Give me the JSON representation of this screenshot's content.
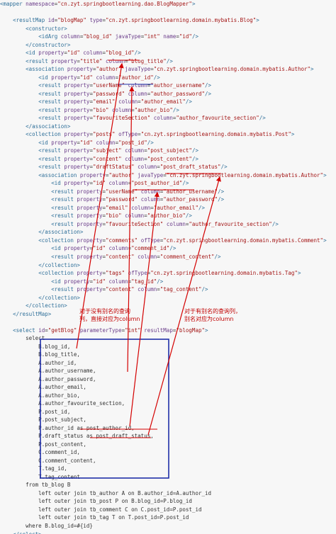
{
  "code_lines": [
    [
      [
        "tag",
        "<mapper "
      ],
      [
        "attr",
        "namespace"
      ],
      [
        "plain",
        "="
      ],
      [
        "val",
        "\"cn.zyt.springbootlearning.dao.BlogMapper\""
      ],
      [
        "tag",
        ">"
      ]
    ],
    [],
    [
      [
        "plain",
        "    "
      ],
      [
        "tag",
        "<resultMap "
      ],
      [
        "attr",
        "id"
      ],
      [
        "plain",
        "="
      ],
      [
        "val",
        "\"blogMap\" "
      ],
      [
        "attr",
        "type"
      ],
      [
        "plain",
        "="
      ],
      [
        "val",
        "\"cn.zyt.springbootlearning.domain.mybatis.Blog\""
      ],
      [
        "tag",
        ">"
      ]
    ],
    [
      [
        "plain",
        "        "
      ],
      [
        "tag",
        "<constructor>"
      ]
    ],
    [
      [
        "plain",
        "            "
      ],
      [
        "tag",
        "<idArg "
      ],
      [
        "attr",
        "column"
      ],
      [
        "plain",
        "="
      ],
      [
        "val",
        "\"blog_id\" "
      ],
      [
        "attr",
        "javaType"
      ],
      [
        "plain",
        "="
      ],
      [
        "val",
        "\"int\" "
      ],
      [
        "attr",
        "name"
      ],
      [
        "plain",
        "="
      ],
      [
        "val",
        "\"id\""
      ],
      [
        "tag",
        "/>"
      ]
    ],
    [
      [
        "plain",
        "        "
      ],
      [
        "tag",
        "</constructor>"
      ]
    ],
    [
      [
        "plain",
        "        "
      ],
      [
        "tag",
        "<id "
      ],
      [
        "attr",
        "property"
      ],
      [
        "plain",
        "="
      ],
      [
        "val",
        "\"id\" "
      ],
      [
        "attr",
        "column"
      ],
      [
        "plain",
        "="
      ],
      [
        "val",
        "\"blog_id\""
      ],
      [
        "tag",
        "/>"
      ]
    ],
    [
      [
        "plain",
        "        "
      ],
      [
        "tag",
        "<result "
      ],
      [
        "attr",
        "property"
      ],
      [
        "plain",
        "="
      ],
      [
        "val",
        "\"title\" "
      ],
      [
        "attr",
        "column"
      ],
      [
        "plain",
        "="
      ],
      [
        "val",
        "\"blog_title\""
      ],
      [
        "tag",
        "/>"
      ]
    ],
    [
      [
        "plain",
        "        "
      ],
      [
        "tag",
        "<association "
      ],
      [
        "attr",
        "property"
      ],
      [
        "plain",
        "="
      ],
      [
        "val",
        "\"author\" "
      ],
      [
        "attr",
        "javaType"
      ],
      [
        "plain",
        "="
      ],
      [
        "val",
        "\"cn.zyt.springbootlearning.domain.mybatis.Author\""
      ],
      [
        "tag",
        ">"
      ]
    ],
    [
      [
        "plain",
        "            "
      ],
      [
        "tag",
        "<id "
      ],
      [
        "attr",
        "property"
      ],
      [
        "plain",
        "="
      ],
      [
        "val",
        "\"id\" "
      ],
      [
        "attr",
        "column"
      ],
      [
        "plain",
        "="
      ],
      [
        "val",
        "\"author_id\""
      ],
      [
        "tag",
        "/>"
      ]
    ],
    [
      [
        "plain",
        "            "
      ],
      [
        "tag",
        "<result "
      ],
      [
        "attr",
        "property"
      ],
      [
        "plain",
        "="
      ],
      [
        "val",
        "\"userName\" "
      ],
      [
        "attr",
        "column"
      ],
      [
        "plain",
        "="
      ],
      [
        "val",
        "\"author_username\""
      ],
      [
        "tag",
        "/>"
      ]
    ],
    [
      [
        "plain",
        "            "
      ],
      [
        "tag",
        "<result "
      ],
      [
        "attr",
        "property"
      ],
      [
        "plain",
        "="
      ],
      [
        "val",
        "\"password\" "
      ],
      [
        "attr",
        "column"
      ],
      [
        "plain",
        "="
      ],
      [
        "val",
        "\"author_password\""
      ],
      [
        "tag",
        "/>"
      ]
    ],
    [
      [
        "plain",
        "            "
      ],
      [
        "tag",
        "<result "
      ],
      [
        "attr",
        "property"
      ],
      [
        "plain",
        "="
      ],
      [
        "val",
        "\"email\" "
      ],
      [
        "attr",
        "column"
      ],
      [
        "plain",
        "="
      ],
      [
        "val",
        "\"author_email\""
      ],
      [
        "tag",
        "/>"
      ]
    ],
    [
      [
        "plain",
        "            "
      ],
      [
        "tag",
        "<result "
      ],
      [
        "attr",
        "property"
      ],
      [
        "plain",
        "="
      ],
      [
        "val",
        "\"bio\" "
      ],
      [
        "attr",
        "column"
      ],
      [
        "plain",
        "="
      ],
      [
        "val",
        "\"author_bio\""
      ],
      [
        "tag",
        "/>"
      ]
    ],
    [
      [
        "plain",
        "            "
      ],
      [
        "tag",
        "<result "
      ],
      [
        "attr",
        "property"
      ],
      [
        "plain",
        "="
      ],
      [
        "val",
        "\"favouriteSection\" "
      ],
      [
        "attr",
        "column"
      ],
      [
        "plain",
        "="
      ],
      [
        "val",
        "\"author_favourite_section\""
      ],
      [
        "tag",
        "/>"
      ]
    ],
    [
      [
        "plain",
        "        "
      ],
      [
        "tag",
        "</association>"
      ]
    ],
    [
      [
        "plain",
        "        "
      ],
      [
        "tag",
        "<collection "
      ],
      [
        "attr",
        "property"
      ],
      [
        "plain",
        "="
      ],
      [
        "val",
        "\"posts\" "
      ],
      [
        "attr",
        "ofType"
      ],
      [
        "plain",
        "="
      ],
      [
        "val",
        "\"cn.zyt.springbootlearning.domain.mybatis.Post\""
      ],
      [
        "tag",
        ">"
      ]
    ],
    [
      [
        "plain",
        "            "
      ],
      [
        "tag",
        "<id "
      ],
      [
        "attr",
        "property"
      ],
      [
        "plain",
        "="
      ],
      [
        "val",
        "\"id\" "
      ],
      [
        "attr",
        "column"
      ],
      [
        "plain",
        "="
      ],
      [
        "val",
        "\"post_id\""
      ],
      [
        "tag",
        "/>"
      ]
    ],
    [
      [
        "plain",
        "            "
      ],
      [
        "tag",
        "<result "
      ],
      [
        "attr",
        "property"
      ],
      [
        "plain",
        "="
      ],
      [
        "val",
        "\"subject\" "
      ],
      [
        "attr",
        "column"
      ],
      [
        "plain",
        "="
      ],
      [
        "val",
        "\"post_subject\""
      ],
      [
        "tag",
        "/>"
      ]
    ],
    [
      [
        "plain",
        "            "
      ],
      [
        "tag",
        "<result "
      ],
      [
        "attr",
        "property"
      ],
      [
        "plain",
        "="
      ],
      [
        "val",
        "\"content\" "
      ],
      [
        "attr",
        "column"
      ],
      [
        "plain",
        "="
      ],
      [
        "val",
        "\"post_content\""
      ],
      [
        "tag",
        "/>"
      ]
    ],
    [
      [
        "plain",
        "            "
      ],
      [
        "tag",
        "<result "
      ],
      [
        "attr",
        "property"
      ],
      [
        "plain",
        "="
      ],
      [
        "val",
        "\"draftStatus\" "
      ],
      [
        "attr",
        "column"
      ],
      [
        "plain",
        "="
      ],
      [
        "val",
        "\"post_draft_status\""
      ],
      [
        "tag",
        "/>"
      ]
    ],
    [
      [
        "plain",
        "            "
      ],
      [
        "tag",
        "<association "
      ],
      [
        "attr",
        "property"
      ],
      [
        "plain",
        "="
      ],
      [
        "val",
        "\"author\" "
      ],
      [
        "attr",
        "javaType"
      ],
      [
        "plain",
        "="
      ],
      [
        "val",
        "\"cn.zyt.springbootlearning.domain.mybatis.Author\""
      ],
      [
        "tag",
        ">"
      ]
    ],
    [
      [
        "plain",
        "                "
      ],
      [
        "tag",
        "<id "
      ],
      [
        "attr",
        "property"
      ],
      [
        "plain",
        "="
      ],
      [
        "val",
        "\"id\" "
      ],
      [
        "attr",
        "column"
      ],
      [
        "plain",
        "="
      ],
      [
        "val",
        "\"post_author_id\""
      ],
      [
        "tag",
        "/>"
      ]
    ],
    [
      [
        "plain",
        "                "
      ],
      [
        "tag",
        "<result "
      ],
      [
        "attr",
        "property"
      ],
      [
        "plain",
        "="
      ],
      [
        "val",
        "\"userName\" "
      ],
      [
        "attr",
        "column"
      ],
      [
        "plain",
        "="
      ],
      [
        "val",
        "\"author_username\""
      ],
      [
        "tag",
        "/>"
      ]
    ],
    [
      [
        "plain",
        "                "
      ],
      [
        "tag",
        "<result "
      ],
      [
        "attr",
        "property"
      ],
      [
        "plain",
        "="
      ],
      [
        "val",
        "\"password\" "
      ],
      [
        "attr",
        "column"
      ],
      [
        "plain",
        "="
      ],
      [
        "val",
        "\"author_password\""
      ],
      [
        "tag",
        "/>"
      ]
    ],
    [
      [
        "plain",
        "                "
      ],
      [
        "tag",
        "<result "
      ],
      [
        "attr",
        "property"
      ],
      [
        "plain",
        "="
      ],
      [
        "val",
        "\"email\" "
      ],
      [
        "attr",
        "column"
      ],
      [
        "plain",
        "="
      ],
      [
        "val",
        "\"author_email\""
      ],
      [
        "tag",
        "/>"
      ]
    ],
    [
      [
        "plain",
        "                "
      ],
      [
        "tag",
        "<result "
      ],
      [
        "attr",
        "property"
      ],
      [
        "plain",
        "="
      ],
      [
        "val",
        "\"bio\" "
      ],
      [
        "attr",
        "column"
      ],
      [
        "plain",
        "="
      ],
      [
        "val",
        "\"author_bio\""
      ],
      [
        "tag",
        "/>"
      ]
    ],
    [
      [
        "plain",
        "                "
      ],
      [
        "tag",
        "<result "
      ],
      [
        "attr",
        "property"
      ],
      [
        "plain",
        "="
      ],
      [
        "val",
        "\"favouriteSection\" "
      ],
      [
        "attr",
        "column"
      ],
      [
        "plain",
        "="
      ],
      [
        "val",
        "\"author_favourite_section\""
      ],
      [
        "tag",
        "/>"
      ]
    ],
    [
      [
        "plain",
        "            "
      ],
      [
        "tag",
        "</association>"
      ]
    ],
    [
      [
        "plain",
        "            "
      ],
      [
        "tag",
        "<collection "
      ],
      [
        "attr",
        "property"
      ],
      [
        "plain",
        "="
      ],
      [
        "val",
        "\"comments\" "
      ],
      [
        "attr",
        "ofType"
      ],
      [
        "plain",
        "="
      ],
      [
        "val",
        "\"cn.zyt.springbootlearning.domain.mybatis.Comment\""
      ],
      [
        "tag",
        ">"
      ]
    ],
    [
      [
        "plain",
        "                "
      ],
      [
        "tag",
        "<id "
      ],
      [
        "attr",
        "property"
      ],
      [
        "plain",
        "="
      ],
      [
        "val",
        "\"id\" "
      ],
      [
        "attr",
        "column"
      ],
      [
        "plain",
        "="
      ],
      [
        "val",
        "\"comment_id\""
      ],
      [
        "tag",
        "/>"
      ]
    ],
    [
      [
        "plain",
        "                "
      ],
      [
        "tag",
        "<result "
      ],
      [
        "attr",
        "property"
      ],
      [
        "plain",
        "="
      ],
      [
        "val",
        "\"content\" "
      ],
      [
        "attr",
        "column"
      ],
      [
        "plain",
        "="
      ],
      [
        "val",
        "\"comment_content\""
      ],
      [
        "tag",
        "/>"
      ]
    ],
    [
      [
        "plain",
        "            "
      ],
      [
        "tag",
        "</collection>"
      ]
    ],
    [
      [
        "plain",
        "            "
      ],
      [
        "tag",
        "<collection "
      ],
      [
        "attr",
        "property"
      ],
      [
        "plain",
        "="
      ],
      [
        "val",
        "\"tags\" "
      ],
      [
        "attr",
        "ofType"
      ],
      [
        "plain",
        "="
      ],
      [
        "val",
        "\"cn.zyt.springbootlearning.domain.mybatis.Tag\""
      ],
      [
        "tag",
        ">"
      ]
    ],
    [
      [
        "plain",
        "                "
      ],
      [
        "tag",
        "<id "
      ],
      [
        "attr",
        "property"
      ],
      [
        "plain",
        "="
      ],
      [
        "val",
        "\"id\" "
      ],
      [
        "attr",
        "column"
      ],
      [
        "plain",
        "="
      ],
      [
        "val",
        "\"tag_id\""
      ],
      [
        "tag",
        "/>"
      ]
    ],
    [
      [
        "plain",
        "                "
      ],
      [
        "tag",
        "<result "
      ],
      [
        "attr",
        "property"
      ],
      [
        "plain",
        "="
      ],
      [
        "val",
        "\"content\" "
      ],
      [
        "attr",
        "column"
      ],
      [
        "plain",
        "="
      ],
      [
        "val",
        "\"tag_content\""
      ],
      [
        "tag",
        "/>"
      ]
    ],
    [
      [
        "plain",
        "            "
      ],
      [
        "tag",
        "</collection>"
      ]
    ],
    [
      [
        "plain",
        "        "
      ],
      [
        "tag",
        "</collection>"
      ]
    ],
    [
      [
        "plain",
        "    "
      ],
      [
        "tag",
        "</resultMap>"
      ]
    ],
    [],
    [
      [
        "plain",
        "    "
      ],
      [
        "tag",
        "<select "
      ],
      [
        "attr",
        "id"
      ],
      [
        "plain",
        "="
      ],
      [
        "val",
        "\"getBlog\" "
      ],
      [
        "attr",
        "parameterType"
      ],
      [
        "plain",
        "="
      ],
      [
        "val",
        "\"int\" "
      ],
      [
        "attr",
        "resultMap"
      ],
      [
        "plain",
        "="
      ],
      [
        "val",
        "\"blogMap\""
      ],
      [
        "tag",
        ">"
      ]
    ],
    [
      [
        "plain",
        "        select"
      ]
    ],
    [
      [
        "plain",
        "            B.blog_id,"
      ]
    ],
    [
      [
        "plain",
        "            B.blog_title,"
      ]
    ],
    [
      [
        "plain",
        "            A.author_id,"
      ]
    ],
    [
      [
        "plain",
        "            A.author_username,"
      ]
    ],
    [
      [
        "plain",
        "            A.author_password,"
      ]
    ],
    [
      [
        "plain",
        "            A.author_email,"
      ]
    ],
    [
      [
        "plain",
        "            A.author_bio,"
      ]
    ],
    [
      [
        "plain",
        "            A.author_favourite_section,"
      ]
    ],
    [
      [
        "plain",
        "            P.post_id,"
      ]
    ],
    [
      [
        "plain",
        "            P.post_subject,"
      ]
    ],
    [
      [
        "plain",
        "            P.author_id as post_author_id,"
      ]
    ],
    [
      [
        "plain",
        "            P.draft_status as post_draft_status,"
      ]
    ],
    [
      [
        "plain",
        "            P.post_content,"
      ]
    ],
    [
      [
        "plain",
        "            C.comment_id,"
      ]
    ],
    [
      [
        "plain",
        "            C.comment_content,"
      ]
    ],
    [
      [
        "plain",
        "            T.tag_id,"
      ]
    ],
    [
      [
        "plain",
        "            T.tag_content"
      ]
    ],
    [
      [
        "plain",
        "        from tb_blog B"
      ]
    ],
    [
      [
        "plain",
        "            left outer join tb_author A on B.author_id=A.author_id"
      ]
    ],
    [
      [
        "plain",
        "            left outer join tb_post P on B.blog_id=P.blog_id"
      ]
    ],
    [
      [
        "plain",
        "            left outer join tb_comment C on C.post_id=P.post_id"
      ]
    ],
    [
      [
        "plain",
        "            left outer join tb_tag T on T.post_id=P.post_id"
      ]
    ],
    [
      [
        "plain",
        "        where B.blog_id=#{id}"
      ]
    ],
    [
      [
        "plain",
        "    "
      ],
      [
        "tag",
        "</select>"
      ]
    ]
  ],
  "annotations": {
    "left_note": "对于没有别名的查询\n列，直接对应为column",
    "right_note": "对于有别名的查询列，\n别名对应为column"
  },
  "colors": {
    "tag": "#2e6f99",
    "attr": "#6b3d8a",
    "value": "#a31515",
    "arrow": "#d40000",
    "box": "#1f2fa8"
  }
}
